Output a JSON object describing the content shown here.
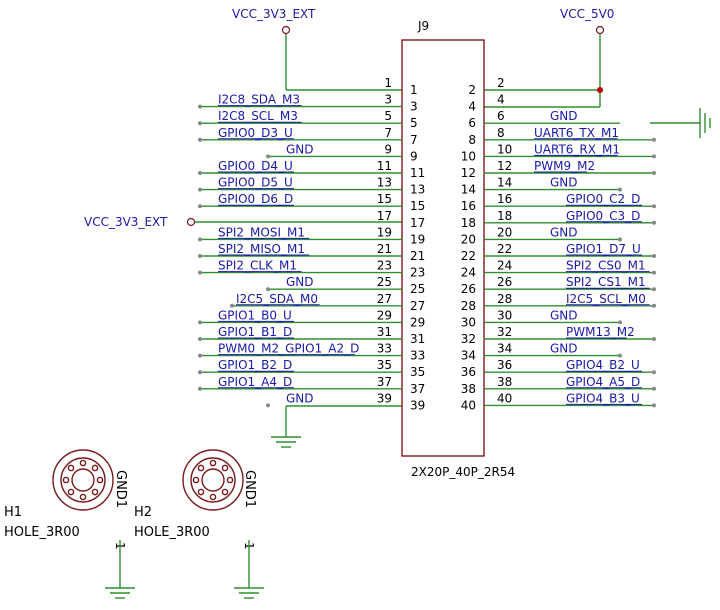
{
  "header": {
    "vcc_3v3_ext_top": "VCC_3V3_EXT",
    "vcc_5v0": "VCC_5V0",
    "vcc_3v3_ext_left": "VCC_3V3_EXT"
  },
  "connector": {
    "ref": "J9",
    "footprint": "2X20P_40P_2R54",
    "left_pins": [
      {
        "num": "1",
        "net": ""
      },
      {
        "num": "3",
        "net": "I2C8_SDA_M3"
      },
      {
        "num": "5",
        "net": "I2C8_SCL_M3"
      },
      {
        "num": "7",
        "net": "GPIO0_D3_U"
      },
      {
        "num": "9",
        "net": "GND"
      },
      {
        "num": "11",
        "net": "GPIO0_D4_U"
      },
      {
        "num": "13",
        "net": "GPIO0_D5_U"
      },
      {
        "num": "15",
        "net": "GPIO0_D6_D"
      },
      {
        "num": "17",
        "net": ""
      },
      {
        "num": "19",
        "net": "SPI2_MOSI_M1"
      },
      {
        "num": "21",
        "net": "SPI2_MISO_M1"
      },
      {
        "num": "23",
        "net": "SPI2_CLK_M1"
      },
      {
        "num": "25",
        "net": "GND"
      },
      {
        "num": "27",
        "net": "I2C5_SDA_M0"
      },
      {
        "num": "29",
        "net": "GPIO1_B0_U"
      },
      {
        "num": "31",
        "net": "GPIO1_B1_D"
      },
      {
        "num": "33",
        "net": "PWM0_M2_GPIO1_A2_D"
      },
      {
        "num": "35",
        "net": "GPIO1_B2_D"
      },
      {
        "num": "37",
        "net": "GPIO1_A4_D"
      },
      {
        "num": "39",
        "net": "GND"
      }
    ],
    "right_pins": [
      {
        "num": "2",
        "net": ""
      },
      {
        "num": "4",
        "net": ""
      },
      {
        "num": "6",
        "net": "GND"
      },
      {
        "num": "8",
        "net": "UART6_TX_M1"
      },
      {
        "num": "10",
        "net": "UART6_RX_M1"
      },
      {
        "num": "12",
        "net": "PWM9_M2"
      },
      {
        "num": "14",
        "net": "GND"
      },
      {
        "num": "16",
        "net": "GPIO0_C2_D"
      },
      {
        "num": "18",
        "net": "GPIO0_C3_D"
      },
      {
        "num": "20",
        "net": "GND"
      },
      {
        "num": "22",
        "net": "GPIO1_D7_U"
      },
      {
        "num": "24",
        "net": "SPI2_CS0_M1"
      },
      {
        "num": "26",
        "net": "SPI2_CS1_M1"
      },
      {
        "num": "28",
        "net": "I2C5_SCL_M0"
      },
      {
        "num": "30",
        "net": "GND"
      },
      {
        "num": "32",
        "net": "PWM13_M2"
      },
      {
        "num": "34",
        "net": "GND"
      },
      {
        "num": "36",
        "net": "GPIO4_B2_U"
      },
      {
        "num": "38",
        "net": "GPIO4_A5_D"
      },
      {
        "num": "40",
        "net": "GPIO4_B3_U"
      }
    ]
  },
  "holes": [
    {
      "ref": "H1",
      "value": "HOLE_3R00",
      "net": "GND1",
      "pin": "1"
    },
    {
      "ref": "H2",
      "value": "HOLE_3R00",
      "net": "GND1",
      "pin": "1"
    }
  ],
  "colors": {
    "wire": "#2f8f2f",
    "label": "#1a1aa8",
    "body": "#7a1a1a",
    "junction": "#c00000"
  }
}
